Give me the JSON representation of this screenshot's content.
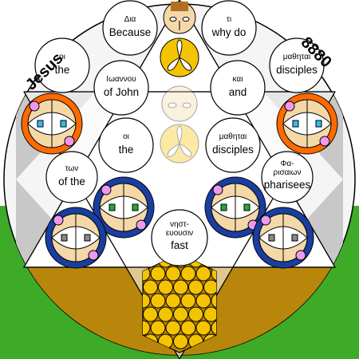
{
  "title": "Jesus",
  "number": "8880",
  "colors": {
    "sky": "#ffffff",
    "grass": "#3dab28",
    "ground": "#b8860b",
    "disc": "#f5f5f5",
    "triangle": "#c8c8c8",
    "gold": "#f5c400",
    "orange": "#ff6a00",
    "navy": "#1a3ea0"
  },
  "words": [
    {
      "greek": "Δια",
      "english": "Because"
    },
    {
      "greek": "τι",
      "english": "why do"
    },
    {
      "greek": "οι",
      "english": "the"
    },
    {
      "greek": "μαθηται",
      "english": "disciples"
    },
    {
      "greek": "Ιωαννου",
      "english": "of John"
    },
    {
      "greek": "και",
      "english": "and"
    },
    {
      "greek": "οι",
      "english": "the"
    },
    {
      "greek": "μαθηται",
      "english": "disciples"
    },
    {
      "greek": "των",
      "english": "of the"
    },
    {
      "greek": "Φα-",
      "greek2": "ρισαιων",
      "english": "pharisees"
    },
    {
      "greek": "νηστ-",
      "greek2": "ευουσιν",
      "english": "fast"
    }
  ]
}
